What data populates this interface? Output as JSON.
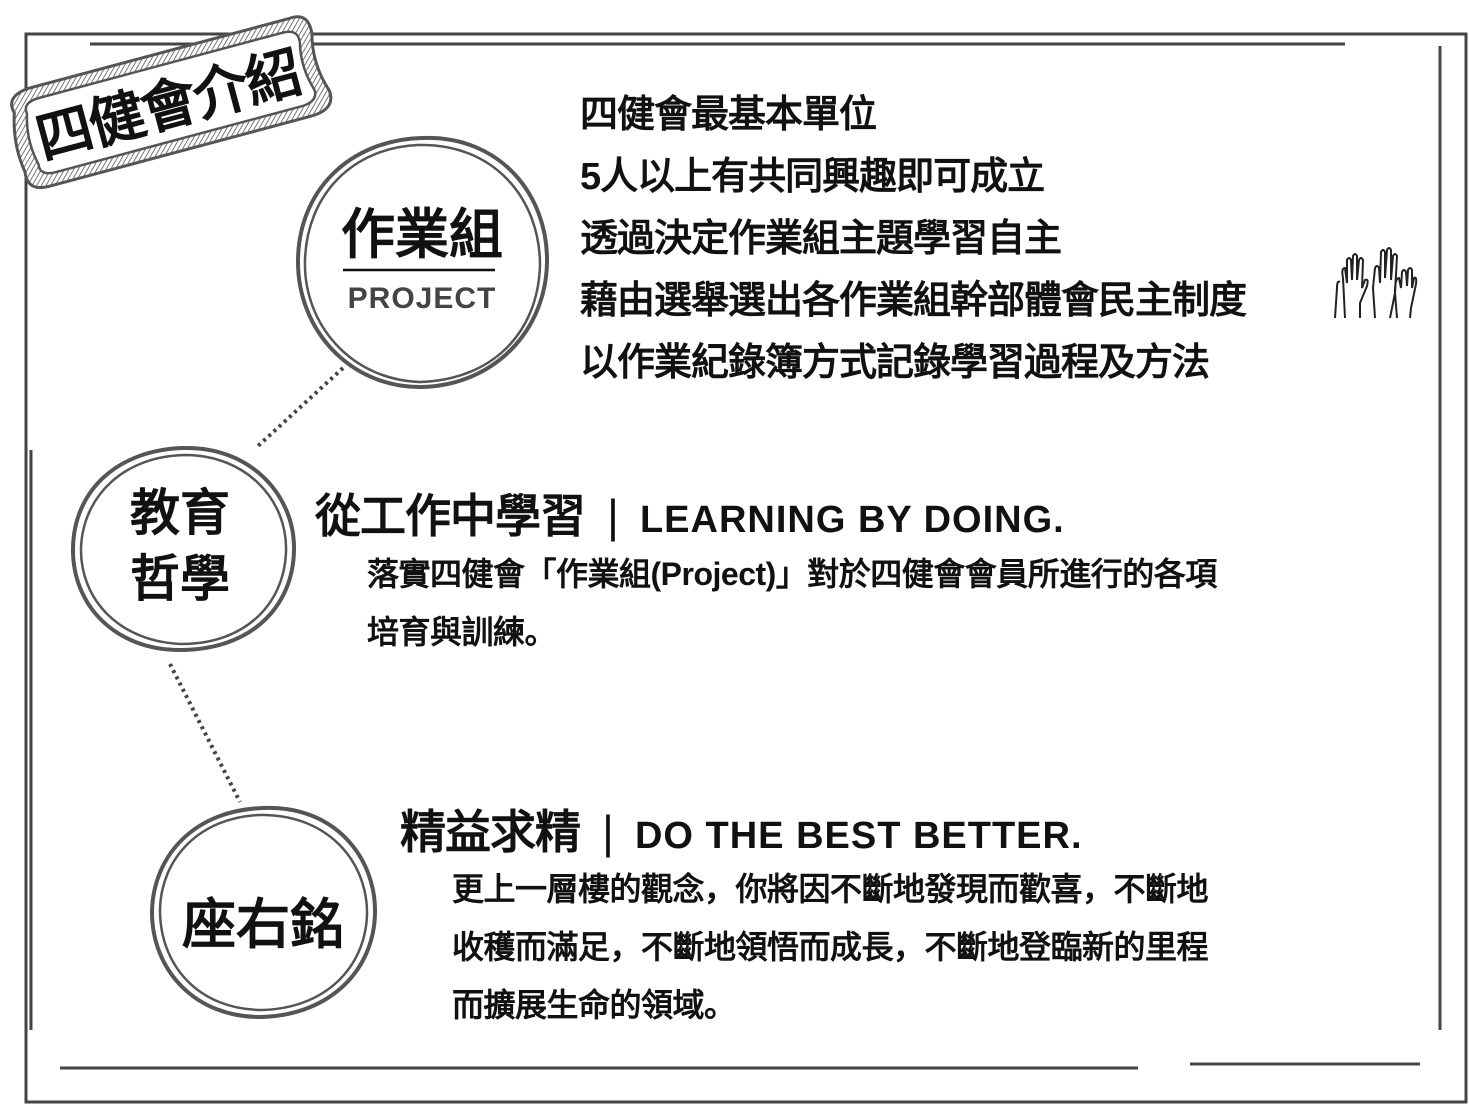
{
  "badge": {
    "title": "四健會介紹"
  },
  "project_circle": {
    "title": "作業組",
    "subtitle": "PROJECT"
  },
  "project_points": [
    "四健會最基本單位",
    "5人以上有共同興趣即可成立",
    "透過決定作業組主題學習自主",
    "藉由選舉選出各作業組幹部體會民主制度",
    "以作業紀錄簿方式記錄學習過程及方法"
  ],
  "philosophy": {
    "circle_lines": [
      "教育",
      "哲學"
    ],
    "heading_zh": "從工作中學習",
    "separator": "|",
    "heading_en": "LEARNING BY DOING.",
    "body_lines": [
      "落實四健會「作業組(Project)」對於四健會會員所進行的各項",
      "培育與訓練。"
    ]
  },
  "motto": {
    "circle_title": "座右銘",
    "heading_zh": "精益求精",
    "separator": "|",
    "heading_en": "DO THE BEST BETTER.",
    "body_lines": [
      "更上一層樓的觀念，你將因不斷地發現而歡喜，不斷地",
      "收穫而滿足，不斷地領悟而成長，不斷地登臨新的里程",
      "而擴展生命的領域。"
    ]
  },
  "colors": {
    "frame": "#444444",
    "text": "#111111",
    "circle": "#555555"
  }
}
